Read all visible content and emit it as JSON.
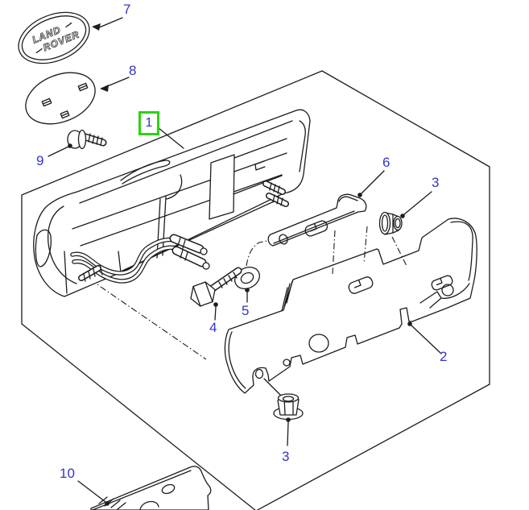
{
  "diagram": {
    "badge": {
      "line1": "LAND",
      "line2": "ROVER"
    },
    "selected_part_ref": "1",
    "colors": {
      "line": "#1c1c1c",
      "label": "#3333cc",
      "highlight": "#2bd40f",
      "background": "#ffffff"
    },
    "parts": [
      {
        "ref": "7",
        "name": "oval-badge"
      },
      {
        "ref": "8",
        "name": "badge-plinth"
      },
      {
        "ref": "9",
        "name": "badge-screw"
      },
      {
        "ref": "1",
        "name": "grille-panel",
        "highlighted": true
      },
      {
        "ref": "6",
        "name": "retaining-bracket"
      },
      {
        "ref": "3",
        "name": "flange-nut-upper"
      },
      {
        "ref": "2",
        "name": "closing-panel"
      },
      {
        "ref": "4",
        "name": "hex-bolt"
      },
      {
        "ref": "5",
        "name": "washer"
      },
      {
        "ref": "3",
        "name": "flange-nut-lower"
      },
      {
        "ref": "10",
        "name": "lower-bracket"
      }
    ]
  }
}
